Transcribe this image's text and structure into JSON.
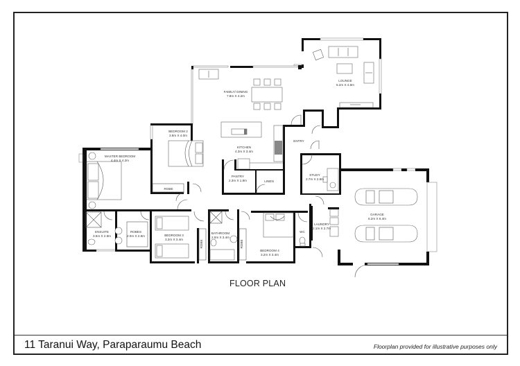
{
  "title": "FLOOR PLAN",
  "footer": {
    "address": "11 Taranui Way, Paraparaumu Beach",
    "disclaimer": "Floorplan provided for illustrative purposes only"
  },
  "rooms": [
    {
      "name": "LOUNGE",
      "size": "5.2m X 4.8m"
    },
    {
      "name": "FAMILY/ DINING",
      "size": "7.8m X 4.2m"
    },
    {
      "name": "BEDROOM 2",
      "size": "3.8m X 4.0m"
    },
    {
      "name": "MASTER BEDROOM",
      "size": "4.4m X 4.2m"
    },
    {
      "name": "KITCHEN",
      "size": "4.3m X 3.4m"
    },
    {
      "name": "PANTRY",
      "size": "2.3m X 1.8m"
    },
    {
      "name": "LINEN",
      "size": ""
    },
    {
      "name": "ENTRY",
      "size": ""
    },
    {
      "name": "STUDY",
      "size": "2.7m X 2.8m"
    },
    {
      "name": "GARAGE",
      "size": "6.2m X 6.4m"
    },
    {
      "name": "LAUNDRY",
      "size": "2.1m X 2.7m"
    },
    {
      "name": "WC",
      "size": ""
    },
    {
      "name": "BEDROOM 4",
      "size": "3.2m X 3.4m"
    },
    {
      "name": "BATHROOM",
      "size": "2.0m X 3.4m"
    },
    {
      "name": "BEDROOM 3",
      "size": "3.2m X 3.4m"
    },
    {
      "name": "ROBES",
      "size": "2.0m X 2.8m"
    },
    {
      "name": "ENSUITE",
      "size": "3.5m X 2.8m"
    },
    {
      "name": "ROBE",
      "size": ""
    }
  ],
  "labels": {
    "robe_bedroom3": "ROBE",
    "robe_bedroom4": "ROBE"
  }
}
